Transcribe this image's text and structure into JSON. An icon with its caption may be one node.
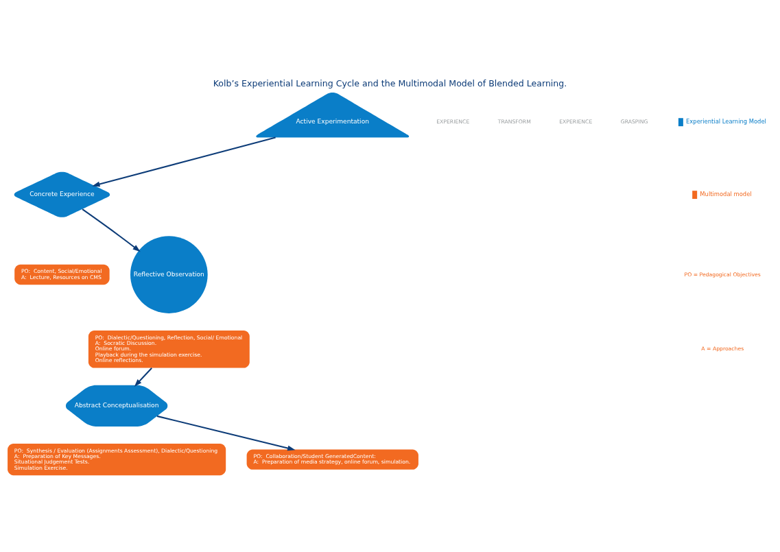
{
  "diagram": {
    "title": "Kolb’s Experiential Learning Cycle and the Multimodal Model of Blended Learning.",
    "nodes": [
      {
        "text": [
          "Concrete Experience"
        ]
      },
      {
        "text": [
          "PO:  Content, Social/Emotional",
          "A:  Lecture, Resources on CMS"
        ]
      },
      {
        "text": [
          "Reflective Observation"
        ]
      },
      {
        "text": [
          "PO:  Dialectic/Questioning, Reflection, Social/ Emotional",
          "A:  Socratic Discussion.",
          "Online forum.",
          "Playback during the simulation exercise.",
          "Online reflections."
        ]
      },
      {
        "text": [
          "Abstract Conceptualisation"
        ]
      },
      {
        "text": [
          "PO:  Synthesis / Evaluation (Assignments Assessment), Dialectic/Questioning",
          "A:  Preparation of Key Messages.",
          "Situational Judgement Tests.",
          "Simulation Exercise."
        ]
      },
      {
        "text": [
          "Active Experimentation"
        ]
      },
      {
        "text": [
          "PO:  Collaboration/Student GeneratedContent:",
          "A:  Preparation of media strategy, online forum, simulation."
        ]
      }
    ],
    "edges": [
      {
        "from": 6,
        "to": 0,
        "arrow": "to"
      },
      {
        "from": 0,
        "to": 2,
        "arrow": "to"
      },
      {
        "from": 3,
        "to": 4,
        "arrow": "to"
      },
      {
        "from": 4,
        "to": 7,
        "arrow": "to"
      }
    ],
    "labels": [
      "EXPERIENCE",
      "TRANSFORM",
      "EXPERIENCE",
      "GRASPING",
      "PO = Pedagogical Objectives",
      "A = Approaches"
    ],
    "legend": [
      {
        "text": "Experiential Learning Model",
        "color": "#0a7ec8"
      },
      {
        "text": "Multimodal model",
        "color": "#f26a21"
      }
    ]
  }
}
